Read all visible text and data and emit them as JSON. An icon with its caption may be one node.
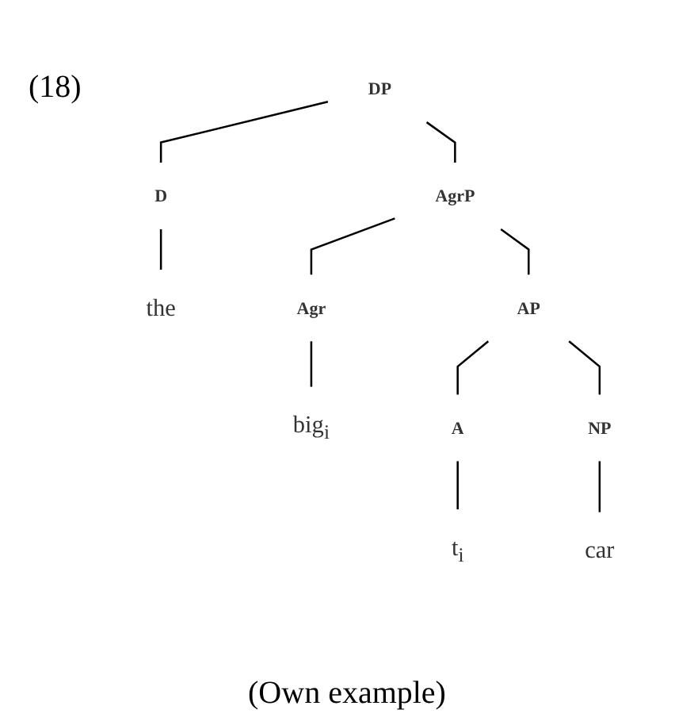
{
  "diagram": {
    "caption": "(Own example)",
    "nodes": [
      {
        "text": [
          "DP"
        ]
      },
      {
        "text": [
          "D"
        ]
      },
      {
        "text": [
          "AgrP"
        ]
      },
      {
        "text": [
          "the"
        ]
      },
      {
        "text": [
          "Agr"
        ]
      },
      {
        "text": [
          "AP"
        ]
      },
      {
        "text": [
          "big$_{i}$"
        ]
      },
      {
        "text": [
          "A"
        ]
      },
      {
        "text": [
          "NP"
        ]
      },
      {
        "text": [
          "t$_{i}$"
        ]
      },
      {
        "text": [
          "car"
        ]
      }
    ],
    "edges": [
      {
        "from": 0,
        "to": 1,
        "arrow": "none"
      },
      {
        "from": 0,
        "to": 2,
        "arrow": "none"
      },
      {
        "from": 1,
        "to": 3,
        "arrow": "none"
      },
      {
        "from": 2,
        "to": 4,
        "arrow": "none"
      },
      {
        "from": 2,
        "to": 5,
        "arrow": "none"
      },
      {
        "from": 4,
        "to": 6,
        "arrow": "none"
      },
      {
        "from": 5,
        "to": 7,
        "arrow": "none"
      },
      {
        "from": 5,
        "to": 8,
        "arrow": "none"
      },
      {
        "from": 7,
        "to": 9,
        "arrow": "none"
      },
      {
        "from": 8,
        "to": 10,
        "arrow": "none"
      }
    ],
    "labels": [
      "(18)"
    ]
  }
}
